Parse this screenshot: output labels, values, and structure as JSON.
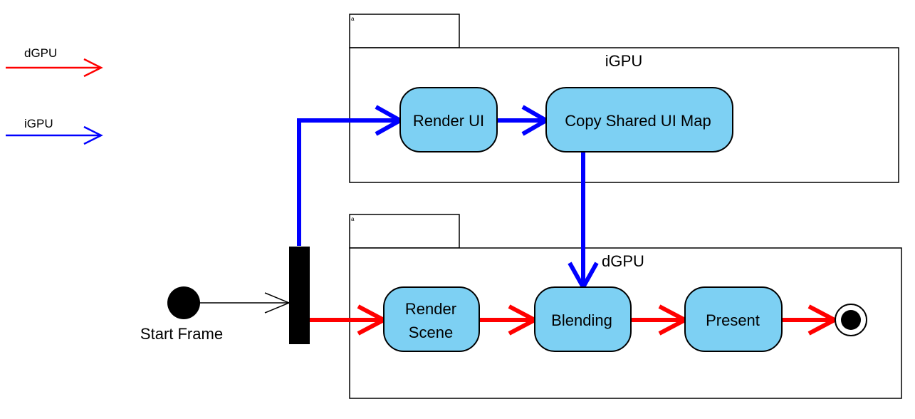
{
  "legend": {
    "dgpu": {
      "label": "dGPU",
      "color": "#ff0000"
    },
    "igpu": {
      "label": "iGPU",
      "color": "#0000ff"
    }
  },
  "packages": {
    "igpu": {
      "title": "iGPU",
      "tab_mark": "a"
    },
    "dgpu": {
      "title": "dGPU",
      "tab_mark": "a"
    }
  },
  "nodes": {
    "render_ui": "Render UI",
    "copy_shared": "Copy Shared UI Map",
    "render_scene_1": "Render",
    "render_scene_2": "Scene",
    "blending": "Blending",
    "present": "Present"
  },
  "start_label": "Start Frame"
}
